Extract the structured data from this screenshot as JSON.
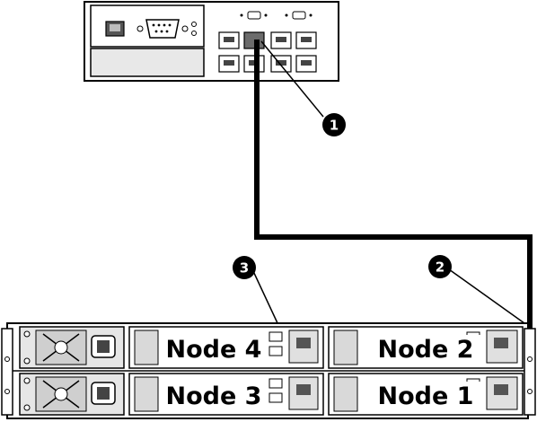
{
  "callouts": [
    {
      "id": "callout-1",
      "label": "1"
    },
    {
      "id": "callout-2",
      "label": "2"
    },
    {
      "id": "callout-3",
      "label": "3"
    }
  ],
  "nodes": [
    {
      "label": "Node 4"
    },
    {
      "label": "Node 2"
    },
    {
      "label": "Node 3"
    },
    {
      "label": "Node 1"
    }
  ],
  "colors": {
    "line": "#000000",
    "panel": "#ffffff",
    "shade": "#d9d9d9",
    "port": "#6b6b6b"
  }
}
